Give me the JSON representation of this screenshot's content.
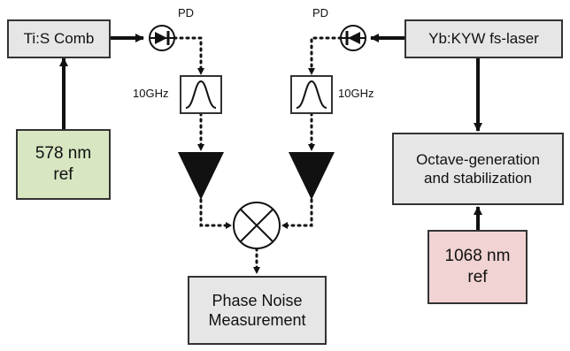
{
  "colors": {
    "box_gray": "#e6e6e6",
    "ref_green": "#d8e6c2",
    "ref_red": "#f1d3d3",
    "stroke": "#111111",
    "border": "#333333"
  },
  "boxes": {
    "tis_comb": "Ti:S Comb",
    "yb_laser": "Yb:KYW fs-laser",
    "ref_578": "578 nm\nref",
    "octave": "Octave-generation\nand stabilization",
    "ref_1068": "1068 nm\nref",
    "phase_noise": "Phase Noise\nMeasurement"
  },
  "labels": {
    "pd_left": "PD",
    "pd_right": "PD",
    "filter_left": "10GHz",
    "filter_right": "10GHz"
  },
  "icons": {
    "photodiode": "photodiode-icon",
    "bandpass_filter": "bandpass-filter-icon",
    "amplifier": "amplifier-triangle-icon",
    "mixer": "mixer-icon"
  }
}
